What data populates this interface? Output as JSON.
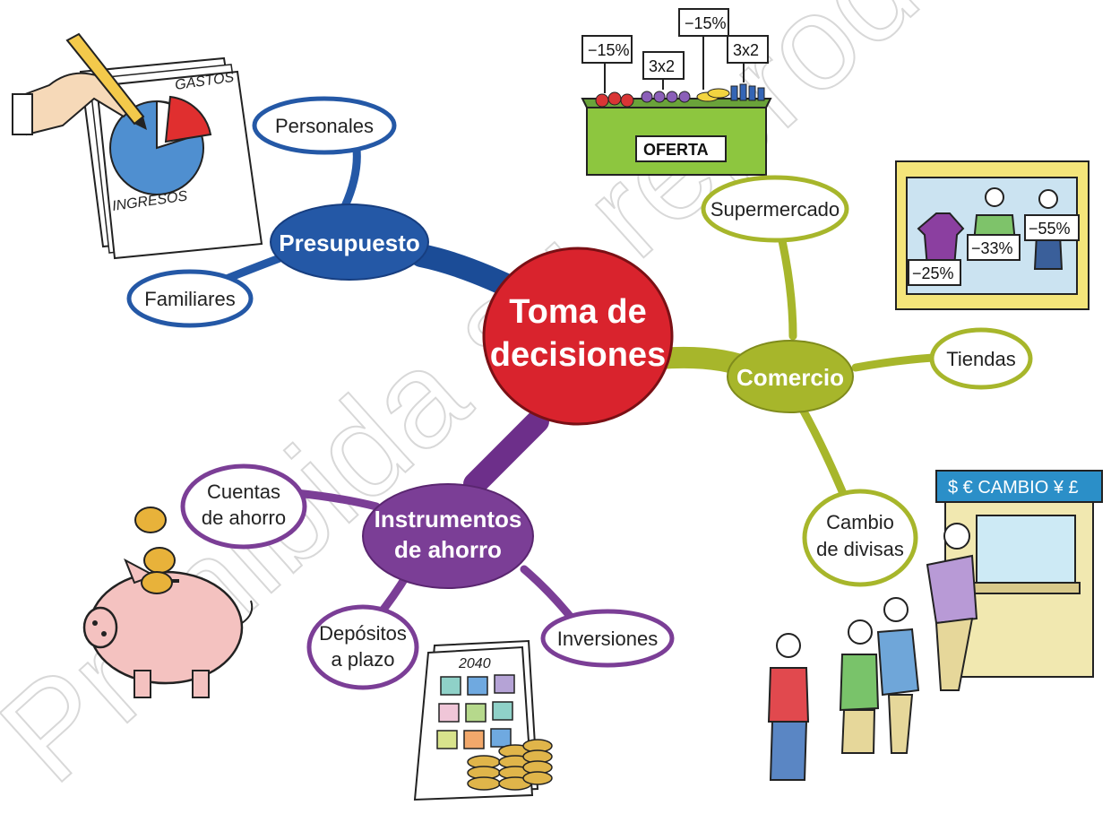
{
  "watermark": "Prohibida su reproducción",
  "center": {
    "line1": "Toma de",
    "line2": "decisiones",
    "color": "#d9232d"
  },
  "presupuesto": {
    "label": "Presupuesto",
    "color": "#2458a6",
    "leaves": [
      "Personales",
      "Familiares"
    ]
  },
  "comercio": {
    "label": "Comercio",
    "color": "#a7b62b",
    "leaves": [
      "Supermercado",
      "Tiendas"
    ],
    "cambio": {
      "line1": "Cambio",
      "line2": "de divisas"
    }
  },
  "ahorro": {
    "label1": "Instrumentos",
    "label2": "de ahorro",
    "color": "#7b3e96",
    "cuentas": {
      "line1": "Cuentas",
      "line2": "de ahorro"
    },
    "depositos": {
      "line1": "Depósitos",
      "line2": "a plazo"
    },
    "inversiones": "Inversiones"
  },
  "illustrations": {
    "budget_chart": {
      "gastos": "GASTOS",
      "ingresos": "INGRESOS"
    },
    "market_stall": {
      "sign": "OFERTA",
      "tags": [
        "−15%",
        "3x2",
        "−15%",
        "3x2"
      ]
    },
    "shop_window": {
      "tags": [
        "−25%",
        "−33%",
        "−55%"
      ]
    },
    "exchange_booth": {
      "sign": "$ € CAMBIO ¥ £"
    },
    "calendar": {
      "year": "2040"
    }
  }
}
